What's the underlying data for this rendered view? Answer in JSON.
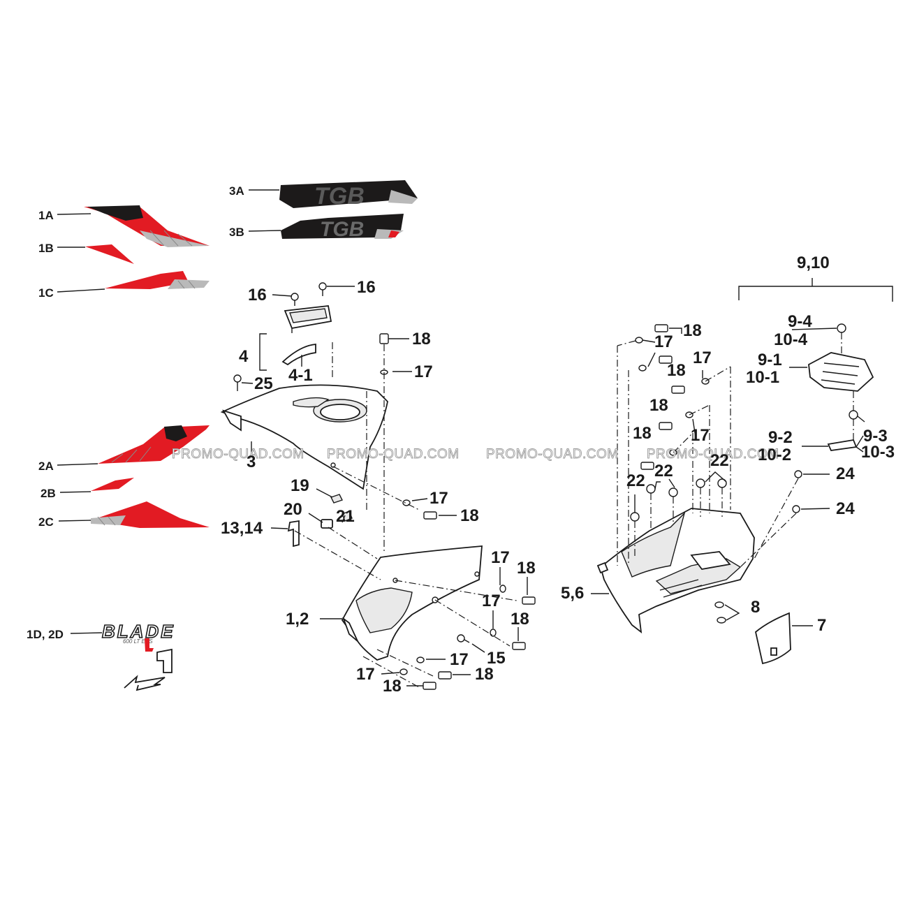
{
  "labels": {
    "l_1a": "1A",
    "l_1b": "1B",
    "l_1c": "1C",
    "l_2a": "2A",
    "l_2b": "2B",
    "l_2c": "2C",
    "l_3a": "3A",
    "l_3b": "3B",
    "l_1d2d": "1D, 2D",
    "l_16a": "16",
    "l_16b": "16",
    "l_4": "4",
    "l_41": "4-1",
    "l_25": "25",
    "l_3": "3",
    "l_18a": "18",
    "l_17a": "17",
    "l_19": "19",
    "l_20": "20",
    "l_21": "21",
    "l_1314": "13,14",
    "l_17b": "17",
    "l_18b": "18",
    "l_17c": "17",
    "l_18c": "18",
    "l_17d": "17",
    "l_18d": "18",
    "l_15": "15",
    "l_12": "1,2",
    "l_17e": "17",
    "l_18e": "18",
    "l_17f": "17",
    "l_18f": "18",
    "l_910": "9,10",
    "l_94": "9-4",
    "l_104": "10-4",
    "l_91": "9-1",
    "l_101": "10-1",
    "l_93": "9-3",
    "l_103": "10-3",
    "l_92": "9-2",
    "l_102": "10-2",
    "l_24a": "24",
    "l_24b": "24",
    "l_18g": "18",
    "l_17g": "17",
    "l_18h": "18",
    "l_17h": "17",
    "l_18i": "18",
    "l_18j": "18",
    "l_17i": "17",
    "l_22a": "22",
    "l_22b": "22",
    "l_22c": "22",
    "l_56": "5,6",
    "l_8": "8",
    "l_7": "7"
  },
  "decals": {
    "d_3a_text": "TGB",
    "d_3b_text": "TGB",
    "d_blade": "BLADE",
    "d_blade_sub": "600 LT EPS"
  },
  "watermark": "PROMO-QUAD.COM",
  "colors": {
    "ink": "#1a1a1a",
    "decal_red": "#e21b23",
    "decal_dark": "#1c1a1a",
    "decal_grey": "#b9b9b9",
    "watermark_outline": "#9a9a9a"
  }
}
